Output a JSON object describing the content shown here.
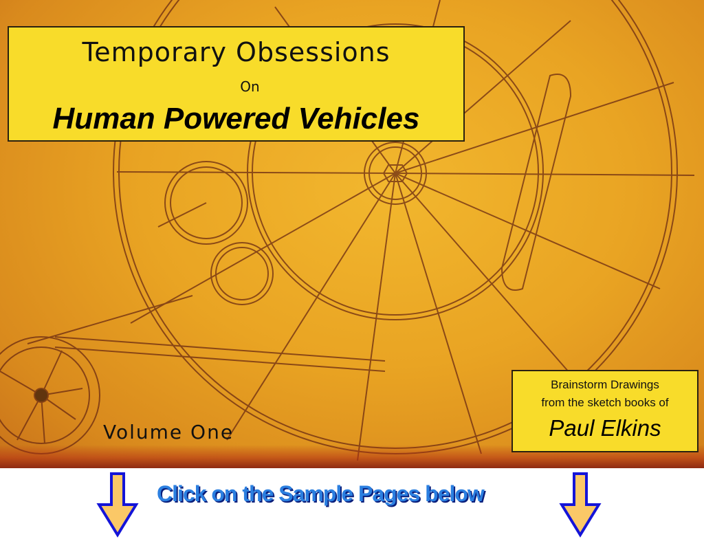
{
  "banner": {
    "title_line1": "Temporary Obsessions",
    "title_connector": "On",
    "title_line2": "Human Powered Vehicles",
    "volume": "Volume One",
    "credit": {
      "line1": "Brainstorm Drawings",
      "line2": "from the sketch books of",
      "author": "Paul Elkins"
    },
    "colors": {
      "paper": "#e9a423",
      "label_yellow": "#f8dc2a",
      "ink": "#6b2a12"
    }
  },
  "call_to_action": {
    "text": "Click on the Sample Pages below",
    "color": "#2b7fe0",
    "shadow_color": "#0a1e7a"
  },
  "arrows": [
    {
      "name": "left-down-arrow",
      "fill": "#fbc867",
      "stroke": "#1414d8"
    },
    {
      "name": "right-down-arrow",
      "fill": "#fbc867",
      "stroke": "#1414d8"
    }
  ]
}
